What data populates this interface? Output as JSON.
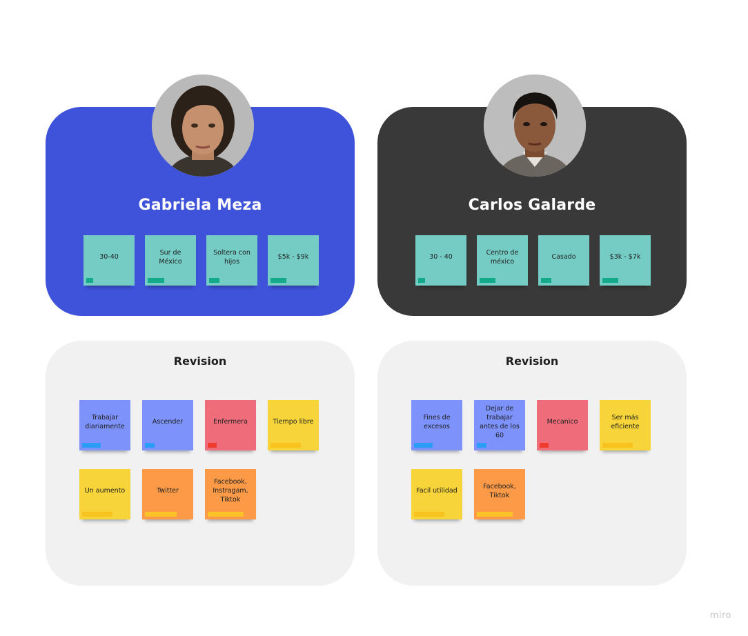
{
  "personas": [
    {
      "name": "Gabriela Meza",
      "card_color": "#3f53da",
      "notes": [
        "30-40",
        "Sur de México",
        "Soltera con hijos",
        "$5k - $9k"
      ]
    },
    {
      "name": "Carlos Galarde",
      "card_color": "#393939",
      "notes": [
        "30 - 40",
        "Centro de méxico",
        "Casado",
        "$3k - $7k"
      ]
    }
  ],
  "reviews": [
    {
      "title": "Revision",
      "notes": [
        {
          "text": "Trabajar diariamente",
          "color": "blue"
        },
        {
          "text": "Ascender",
          "color": "blue"
        },
        {
          "text": "Enfermera",
          "color": "red"
        },
        {
          "text": "Tiempo libre",
          "color": "yellow"
        },
        {
          "text": "Un aumento",
          "color": "yellow"
        },
        {
          "text": "Twitter",
          "color": "orange"
        },
        {
          "text": "Facebook, Instragam, Tiktok",
          "color": "orange"
        }
      ]
    },
    {
      "title": "Revision",
      "notes": [
        {
          "text": "Fines de excesos",
          "color": "blue"
        },
        {
          "text": "Dejar de trabajar antes de los 60",
          "color": "blue"
        },
        {
          "text": "Mecanico",
          "color": "red"
        },
        {
          "text": "Ser más eficiente",
          "color": "yellow"
        },
        {
          "text": "Facil utilidad",
          "color": "yellow"
        },
        {
          "text": "Facebook, Tiktok",
          "color": "orange"
        }
      ]
    }
  ],
  "sticky_colors": {
    "teal": "#74ccc5",
    "blue": "#7d92fb",
    "red": "#ef6d7b",
    "yellow": "#f6d43a",
    "orange": "#fc9a48"
  },
  "watermark": "miro"
}
